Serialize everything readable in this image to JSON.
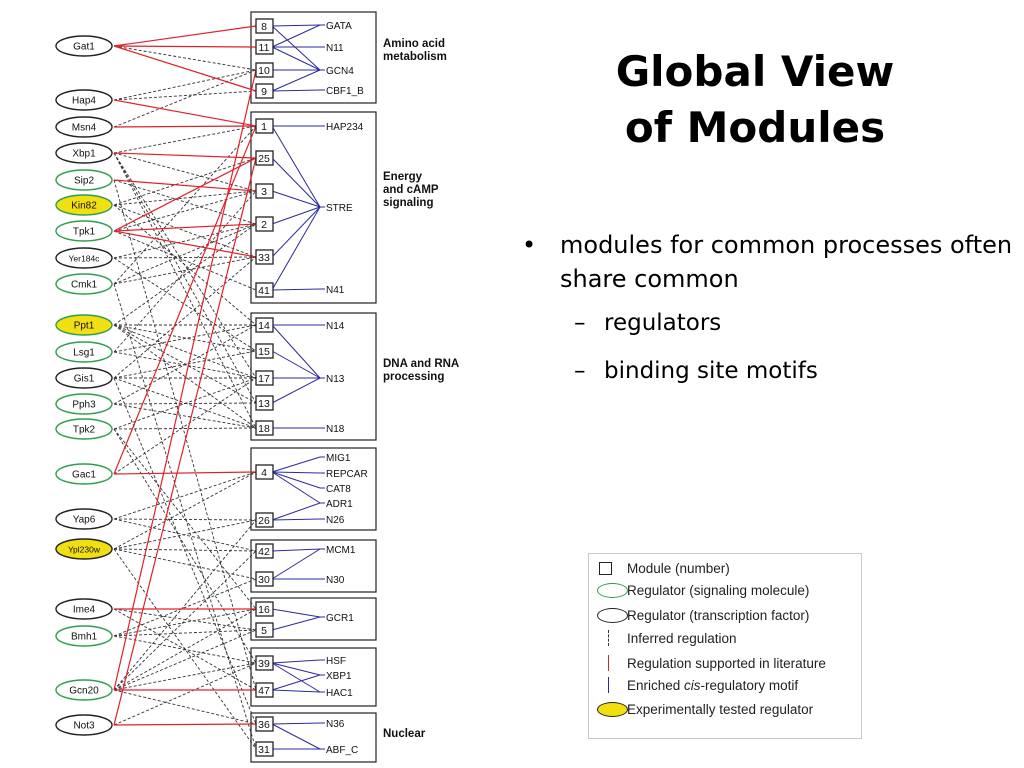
{
  "title": {
    "line1": "Global View",
    "line2": "of Modules"
  },
  "bullets": {
    "main": "modules for common processes often share common",
    "sub": [
      "regulators",
      "binding site motifs"
    ]
  },
  "colors": {
    "literature": "#e0202a",
    "inferred": "#333333",
    "motif": "#2a2aa0",
    "signaling_outline": "#2e9e4e",
    "tf_outline": "#222222",
    "tested_fill": "#f2df12"
  },
  "regulators": [
    {
      "name": "Gat1",
      "kind": "tf",
      "tested": false
    },
    {
      "name": "Hap4",
      "kind": "tf",
      "tested": false
    },
    {
      "name": "Msn4",
      "kind": "tf",
      "tested": false
    },
    {
      "name": "Xbp1",
      "kind": "tf",
      "tested": false
    },
    {
      "name": "Sip2",
      "kind": "signaling",
      "tested": false
    },
    {
      "name": "Kin82",
      "kind": "signaling",
      "tested": true
    },
    {
      "name": "Tpk1",
      "kind": "signaling",
      "tested": false
    },
    {
      "name": "Yer184c",
      "kind": "tf",
      "tested": false
    },
    {
      "name": "Cmk1",
      "kind": "signaling",
      "tested": false
    },
    {
      "name": "Ppt1",
      "kind": "signaling",
      "tested": true
    },
    {
      "name": "Lsg1",
      "kind": "signaling",
      "tested": false
    },
    {
      "name": "Gis1",
      "kind": "tf",
      "tested": false
    },
    {
      "name": "Pph3",
      "kind": "signaling",
      "tested": false
    },
    {
      "name": "Tpk2",
      "kind": "signaling",
      "tested": false
    },
    {
      "name": "Gac1",
      "kind": "signaling",
      "tested": false
    },
    {
      "name": "Yap6",
      "kind": "tf",
      "tested": false
    },
    {
      "name": "Ypl230w",
      "kind": "tf",
      "tested": true
    },
    {
      "name": "Ime4",
      "kind": "tf",
      "tested": false
    },
    {
      "name": "Bmh1",
      "kind": "signaling",
      "tested": false
    },
    {
      "name": "Gcn20",
      "kind": "signaling",
      "tested": false
    },
    {
      "name": "Not3",
      "kind": "tf",
      "tested": false
    }
  ],
  "modules": [
    "8",
    "11",
    "10",
    "9",
    "1",
    "25",
    "3",
    "2",
    "33",
    "41",
    "14",
    "15",
    "17",
    "13",
    "18",
    "4",
    "26",
    "42",
    "30",
    "16",
    "5",
    "39",
    "47",
    "36",
    "31"
  ],
  "motifs": [
    "GATA",
    "N11",
    "GCN4",
    "CBF1_B",
    "HAP234",
    "STRE",
    "N41",
    "N14",
    "N13",
    "N18",
    "MIG1",
    "REPCAR",
    "CAT8",
    "ADR1",
    "N26",
    "MCM1",
    "N30",
    "GCR1",
    "HSF",
    "XBP1",
    "HAC1",
    "N36",
    "ABF_C"
  ],
  "groups": [
    {
      "label": "Amino acid\nmetabolism"
    },
    {
      "label": "Energy\nand cAMP\nsignaling"
    },
    {
      "label": "DNA and RNA\nprocessing"
    },
    {
      "label": ""
    },
    {
      "label": ""
    },
    {
      "label": ""
    },
    {
      "label": ""
    },
    {
      "label": "Nuclear"
    }
  ],
  "edges": {
    "literature": [
      [
        "Gat1",
        "8"
      ],
      [
        "Gat1",
        "11"
      ],
      [
        "Gat1",
        "9"
      ],
      [
        "Hap4",
        "1"
      ],
      [
        "Msn4",
        "1"
      ],
      [
        "Xbp1",
        "25"
      ],
      [
        "Sip2",
        "3"
      ],
      [
        "Tpk1",
        "2"
      ],
      [
        "Tpk1",
        "33"
      ],
      [
        "Tpk1",
        "25"
      ],
      [
        "Gac1",
        "4"
      ],
      [
        "Gac1",
        "1"
      ],
      [
        "Ime4",
        "16"
      ],
      [
        "Gcn20",
        "47"
      ],
      [
        "Gcn20",
        "10"
      ],
      [
        "Not3",
        "36"
      ],
      [
        "Not3",
        "25"
      ]
    ],
    "inferred": [
      [
        "Hap4",
        "10"
      ],
      [
        "Hap4",
        "9"
      ],
      [
        "Msn4",
        "10"
      ],
      [
        "Xbp1",
        "1"
      ],
      [
        "Xbp1",
        "3"
      ],
      [
        "Xbp1",
        "17"
      ],
      [
        "Xbp1",
        "13"
      ],
      [
        "Xbp1",
        "18"
      ],
      [
        "Sip2",
        "2"
      ],
      [
        "Kin82",
        "25"
      ],
      [
        "Kin82",
        "3"
      ],
      [
        "Kin82",
        "33"
      ],
      [
        "Kin82",
        "14"
      ],
      [
        "Tpk1",
        "41"
      ],
      [
        "Tpk1",
        "3"
      ],
      [
        "Yer184c",
        "2"
      ],
      [
        "Yer184c",
        "33"
      ],
      [
        "Yer184c",
        "15"
      ],
      [
        "Cmk1",
        "1"
      ],
      [
        "Cmk1",
        "2"
      ],
      [
        "Cmk1",
        "33"
      ],
      [
        "Ppt1",
        "14"
      ],
      [
        "Ppt1",
        "15"
      ],
      [
        "Ppt1",
        "17"
      ],
      [
        "Ppt1",
        "13"
      ],
      [
        "Ppt1",
        "18"
      ],
      [
        "Ppt1",
        "2"
      ],
      [
        "Lsg1",
        "17"
      ],
      [
        "Lsg1",
        "3"
      ],
      [
        "Lsg1",
        "14"
      ],
      [
        "Gis1",
        "17"
      ],
      [
        "Gis1",
        "18"
      ],
      [
        "Gis1",
        "33"
      ],
      [
        "Gis1",
        "15"
      ],
      [
        "Pph3",
        "13"
      ],
      [
        "Pph3",
        "18"
      ],
      [
        "Pph3",
        "14"
      ],
      [
        "Tpk2",
        "18"
      ],
      [
        "Tpk2",
        "17"
      ],
      [
        "Tpk2",
        "16"
      ],
      [
        "Tpk2",
        "39"
      ],
      [
        "Yap6",
        "26"
      ],
      [
        "Yap6",
        "4"
      ],
      [
        "Yap6",
        "42"
      ],
      [
        "Ypl230w",
        "26"
      ],
      [
        "Ypl230w",
        "42"
      ],
      [
        "Ypl230w",
        "4"
      ],
      [
        "Ypl230w",
        "30"
      ],
      [
        "Ypl230w",
        "31"
      ],
      [
        "Ime4",
        "5"
      ],
      [
        "Ime4",
        "47"
      ],
      [
        "Bmh1",
        "16"
      ],
      [
        "Bmh1",
        "5"
      ],
      [
        "Bmh1",
        "39"
      ],
      [
        "Bmh1",
        "30"
      ],
      [
        "Gcn20",
        "39"
      ],
      [
        "Gcn20",
        "16"
      ],
      [
        "Gcn20",
        "5"
      ],
      [
        "Gcn20",
        "26"
      ],
      [
        "Gcn20",
        "42"
      ],
      [
        "Gcn20",
        "36"
      ],
      [
        "Not3",
        "39"
      ],
      [
        "Gac1",
        "17"
      ],
      [
        "Gis1",
        "36"
      ],
      [
        "Cmk1",
        "31"
      ],
      [
        "Sip2",
        "47"
      ],
      [
        "Gat1",
        "10"
      ]
    ],
    "motif": [
      [
        "8",
        "GATA"
      ],
      [
        "8",
        "GCN4"
      ],
      [
        "11",
        "N11"
      ],
      [
        "11",
        "GATA"
      ],
      [
        "11",
        "GCN4"
      ],
      [
        "10",
        "GCN4"
      ],
      [
        "9",
        "GCN4"
      ],
      [
        "9",
        "CBF1_B"
      ],
      [
        "1",
        "HAP234"
      ],
      [
        "1",
        "STRE"
      ],
      [
        "25",
        "STRE"
      ],
      [
        "3",
        "STRE"
      ],
      [
        "2",
        "STRE"
      ],
      [
        "33",
        "STRE"
      ],
      [
        "41",
        "N41"
      ],
      [
        "41",
        "STRE"
      ],
      [
        "14",
        "N14"
      ],
      [
        "15",
        "N13"
      ],
      [
        "17",
        "N13"
      ],
      [
        "13",
        "N13"
      ],
      [
        "18",
        "N18"
      ],
      [
        "14",
        "N13"
      ],
      [
        "4",
        "MIG1"
      ],
      [
        "4",
        "REPCAR"
      ],
      [
        "4",
        "CAT8"
      ],
      [
        "4",
        "ADR1"
      ],
      [
        "26",
        "N26"
      ],
      [
        "26",
        "ADR1"
      ],
      [
        "42",
        "MCM1"
      ],
      [
        "30",
        "N30"
      ],
      [
        "30",
        "MCM1"
      ],
      [
        "16",
        "GCR1"
      ],
      [
        "5",
        "GCR1"
      ],
      [
        "39",
        "HSF"
      ],
      [
        "39",
        "XBP1"
      ],
      [
        "39",
        "HAC1"
      ],
      [
        "47",
        "XBP1"
      ],
      [
        "47",
        "HAC1"
      ],
      [
        "36",
        "N36"
      ],
      [
        "36",
        "ABF_C"
      ],
      [
        "31",
        "ABF_C"
      ]
    ]
  },
  "legend": {
    "module": "Module (number)",
    "signaling": "Regulator (signaling molecule)",
    "tf": "Regulator (transcription factor)",
    "inferred": "Inferred regulation",
    "literature": "Regulation supported in literature",
    "motif_pre": "Enriched ",
    "motif_em": "cis",
    "motif_post": "-regulatory motif",
    "tested": "Experimentally tested regulator"
  }
}
